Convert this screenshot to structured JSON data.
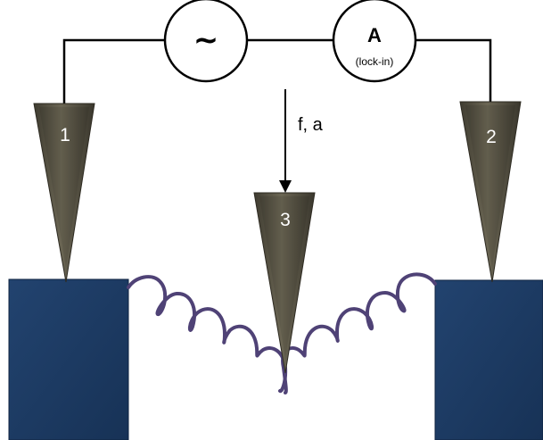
{
  "source": {
    "symbol": "~"
  },
  "meter": {
    "letter": "A",
    "label": "(lock-in)"
  },
  "probe_labels": {
    "left": "1",
    "right": "2",
    "center": "3"
  },
  "arrow_label": "f, a",
  "colors": {
    "block_fill": "#1c3a63",
    "probe_fill": "#5a5646",
    "probe_highlight": "#77725e",
    "spring": "#5a4a8a",
    "wire": "#000000"
  }
}
